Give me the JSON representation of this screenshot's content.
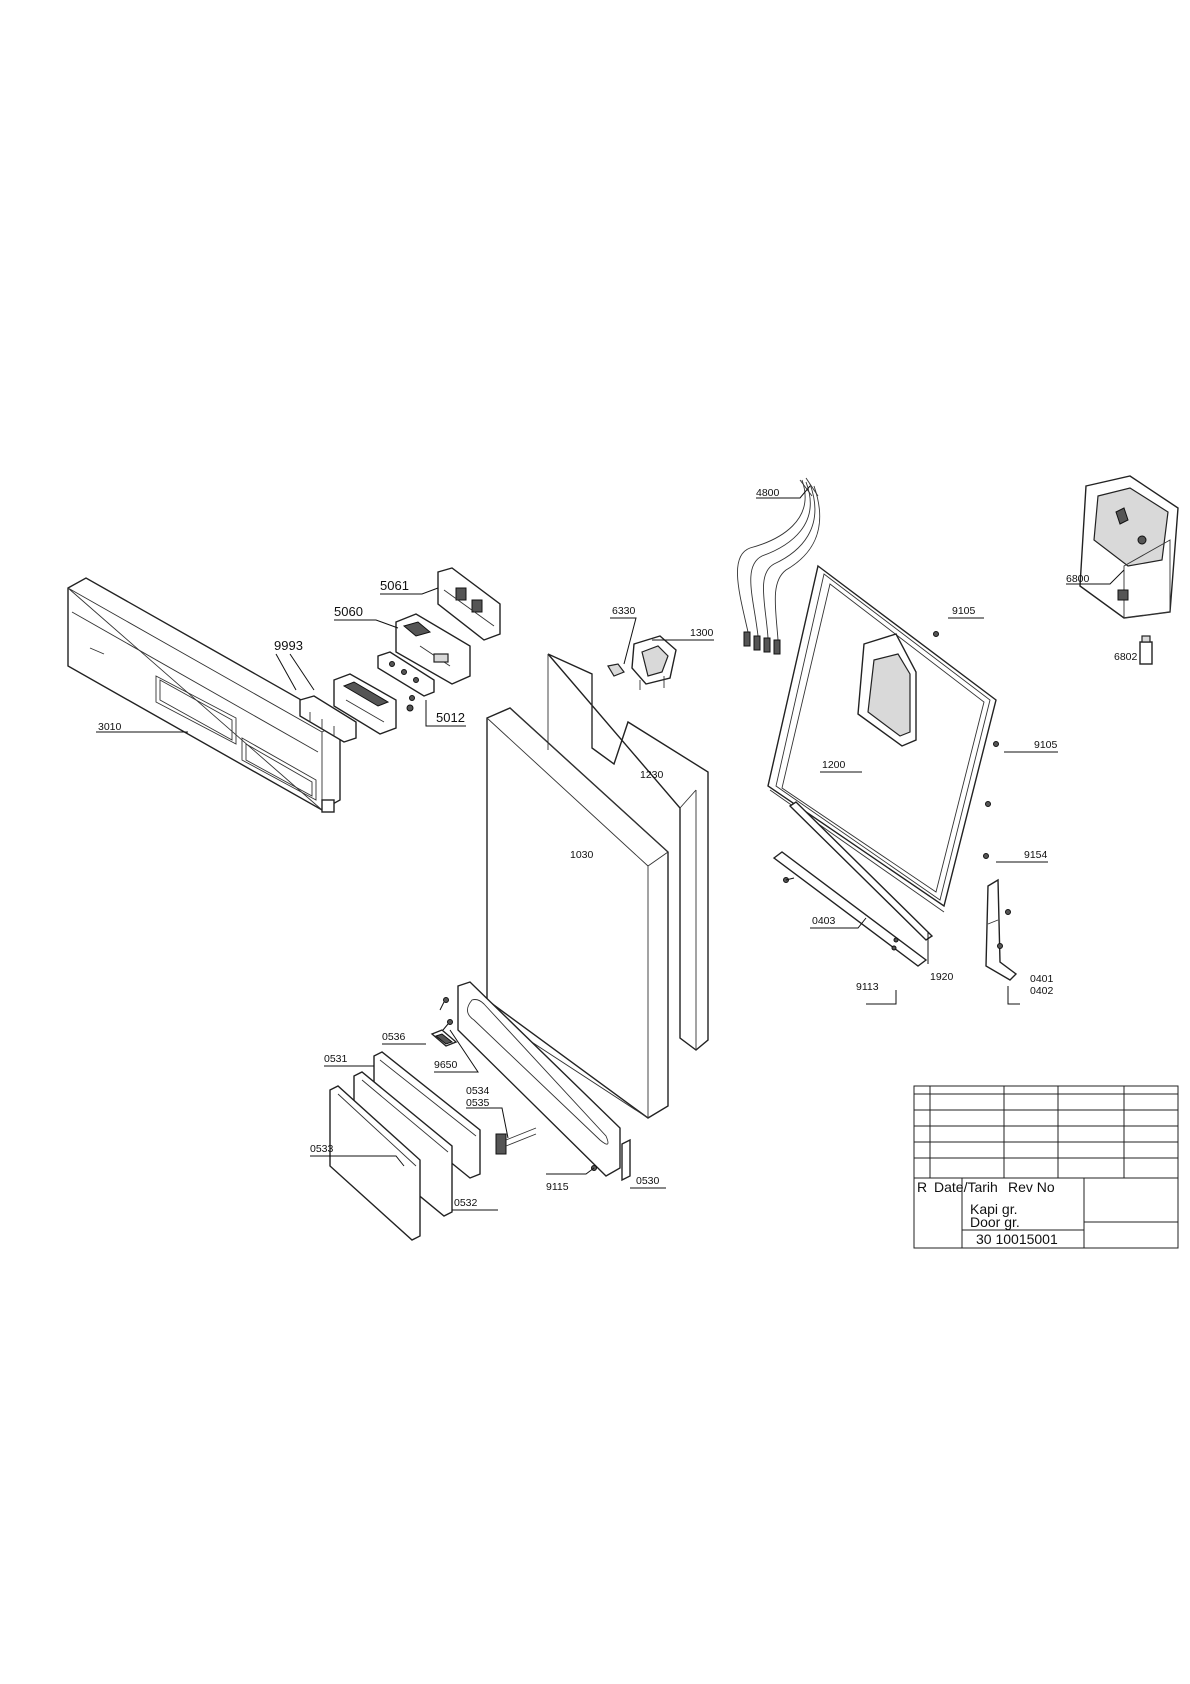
{
  "parts": {
    "p4800": "4800",
    "p6800": "6800",
    "p6802": "6802",
    "p5061": "5061",
    "p5060": "5060",
    "p9993": "9993",
    "p5012": "5012",
    "p3010": "3010",
    "p6330": "6330",
    "p1300": "1300",
    "p9105a": "9105",
    "p9105b": "9105",
    "p1200": "1200",
    "p1230": "1230",
    "p1030": "1030",
    "p9154": "9154",
    "p0403": "0403",
    "p1920": "1920",
    "p9113": "9113",
    "p0401": "0401",
    "p0402": "0402",
    "p0536": "0536",
    "p0531": "0531",
    "p9650": "9650",
    "p0534": "0534",
    "p0535": "0535",
    "p0533": "0533",
    "p9115": "9115",
    "p0530": "0530",
    "p0532": "0532"
  },
  "title_block": {
    "rev_letter": "R",
    "date_label": "Date/Tarih",
    "rev_label": "Rev No",
    "group_tr": "Kapi gr.",
    "group_en": "Door gr.",
    "drawing_no": "30 10015001"
  }
}
